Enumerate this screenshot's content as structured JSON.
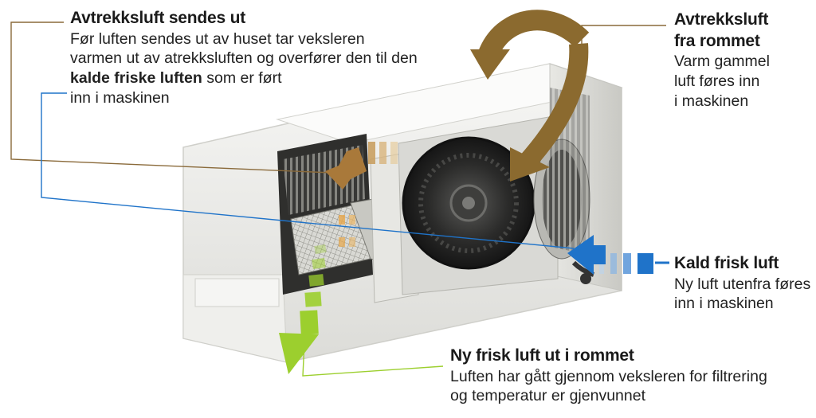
{
  "labels": {
    "exhaust_out": {
      "title": "Avtrekksluft sendes ut",
      "line1": "Før luften sendes ut av huset tar veksleren",
      "line2": "varmen ut av atrekksluften og overfører den til den",
      "line3_bold": "kalde friske luften",
      "line3_rest": " som er ført",
      "line4": "inn i maskinen"
    },
    "exhaust_in": {
      "title1": "Avtrekksluft",
      "title2": "fra rommet",
      "line1": "Varm gammel",
      "line2": "luft føres inn",
      "line3": "i maskinen"
    },
    "cold_fresh": {
      "title": "Kald frisk luft",
      "line1": "Ny luft utenfra føres",
      "line2": "inn i maskinen"
    },
    "fresh_out": {
      "title": "Ny frisk luft ut i rommet",
      "line1": "Luften har gått gjennom veksleren for filtrering",
      "line2": "og temperatur er gjenvunnet"
    }
  },
  "colors": {
    "exhaust_arrow": "#8b6a2f",
    "cold_arrow": "#1f73c9",
    "fresh_arrow": "#9ccf2e",
    "leader_brown": "#8a6a3a",
    "leader_blue": "#1f73c9",
    "leader_green": "#9ccf2e"
  }
}
